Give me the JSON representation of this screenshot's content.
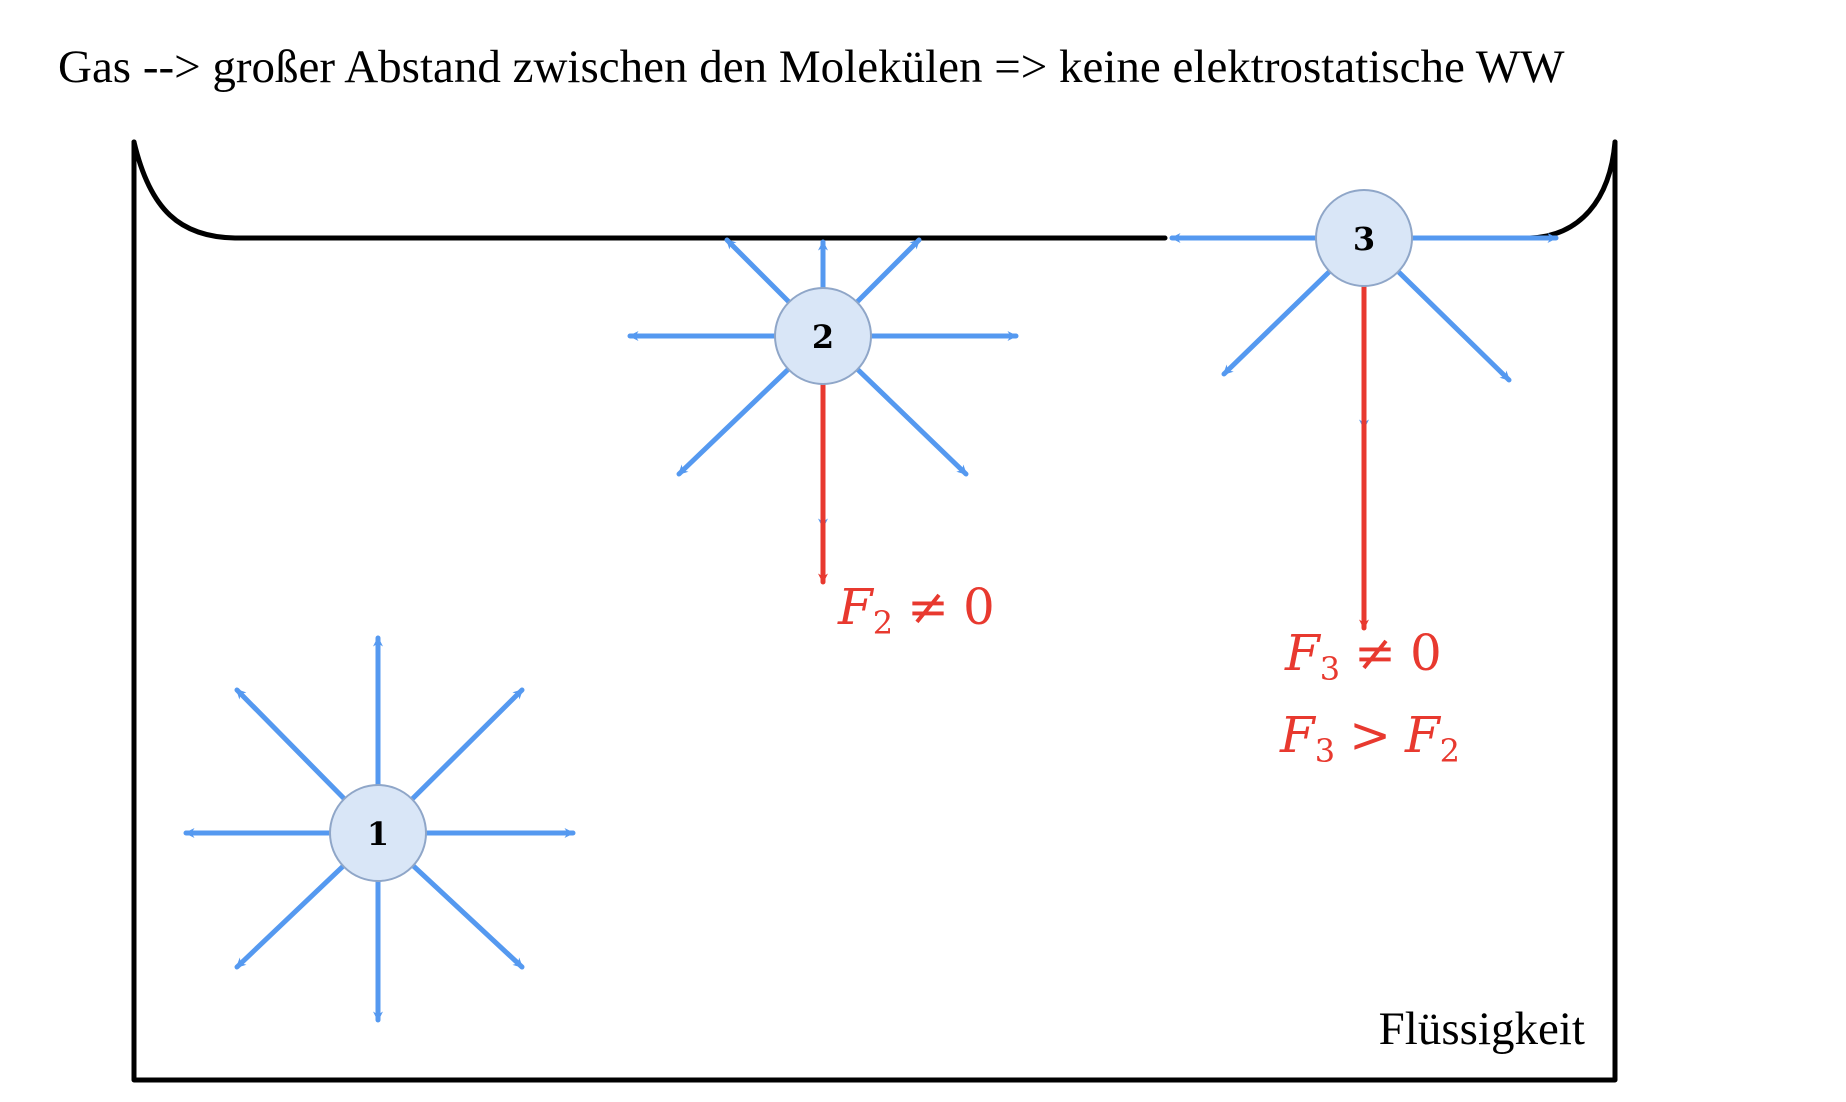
{
  "title": "Gas --> großer Abstand zwischen den Molekülen => keine elektrostatische WW",
  "region_label": "Flüssigkeit",
  "colors": {
    "blue_arrow": "#5599f0",
    "red_arrow": "#e8392f",
    "molecule_fill": "#d9e6f7",
    "molecule_stroke": "#8fa6c8",
    "container": "#000000",
    "force_text": "#e8392f"
  },
  "molecules": [
    {
      "label": "1"
    },
    {
      "label": "2"
    },
    {
      "label": "3"
    }
  ],
  "forces": {
    "f2": {
      "symbol": "F",
      "sub": "2",
      "rel": "≠",
      "rhs": "0"
    },
    "f3": {
      "symbol": "F",
      "sub": "3",
      "rel": "≠",
      "rhs": "0"
    },
    "f3_vs_f2": {
      "symbol": "F",
      "sub": "3",
      "rel": ">",
      "rhs_symbol": "F",
      "rhs_sub": "2"
    }
  }
}
